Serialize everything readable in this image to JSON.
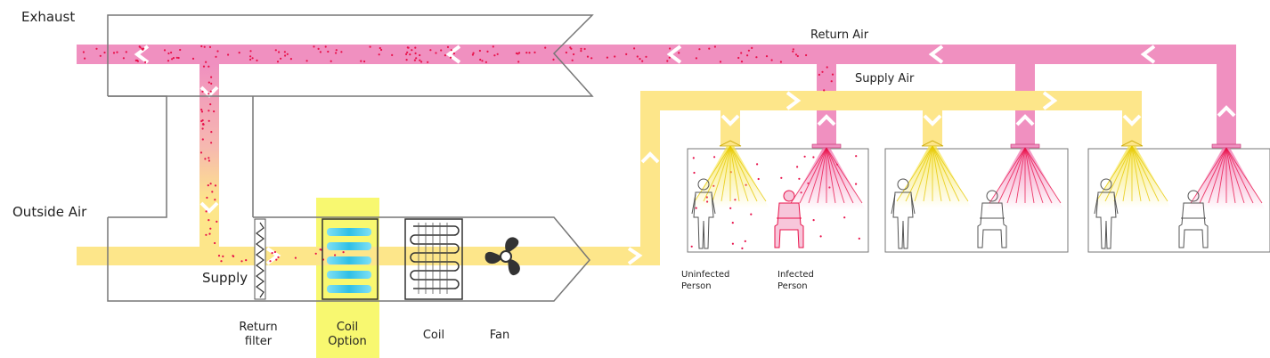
{
  "labels": {
    "exhaust": "Exhaust",
    "outside_air": "Outside Air",
    "return_air": "Return Air",
    "supply_air": "Supply Air",
    "supply": "Supply",
    "return_filter_line1": "Return",
    "return_filter_line2": "filter",
    "coil_option_line1": "Coil",
    "coil_option_line2": "Option",
    "coil": "Coil",
    "fan": "Fan",
    "uninfected_line1": "Uninfected",
    "uninfected_line2": "Person",
    "infected_line1": "Infected",
    "infected_line2": "Person"
  },
  "colors": {
    "supply_air": "#fde68a",
    "return_air": "#f090c0",
    "particle": "#e8114a",
    "coil_option_highlight": "#f8f870",
    "uv_tube": "#3cc8e8",
    "outline": "#777777"
  }
}
